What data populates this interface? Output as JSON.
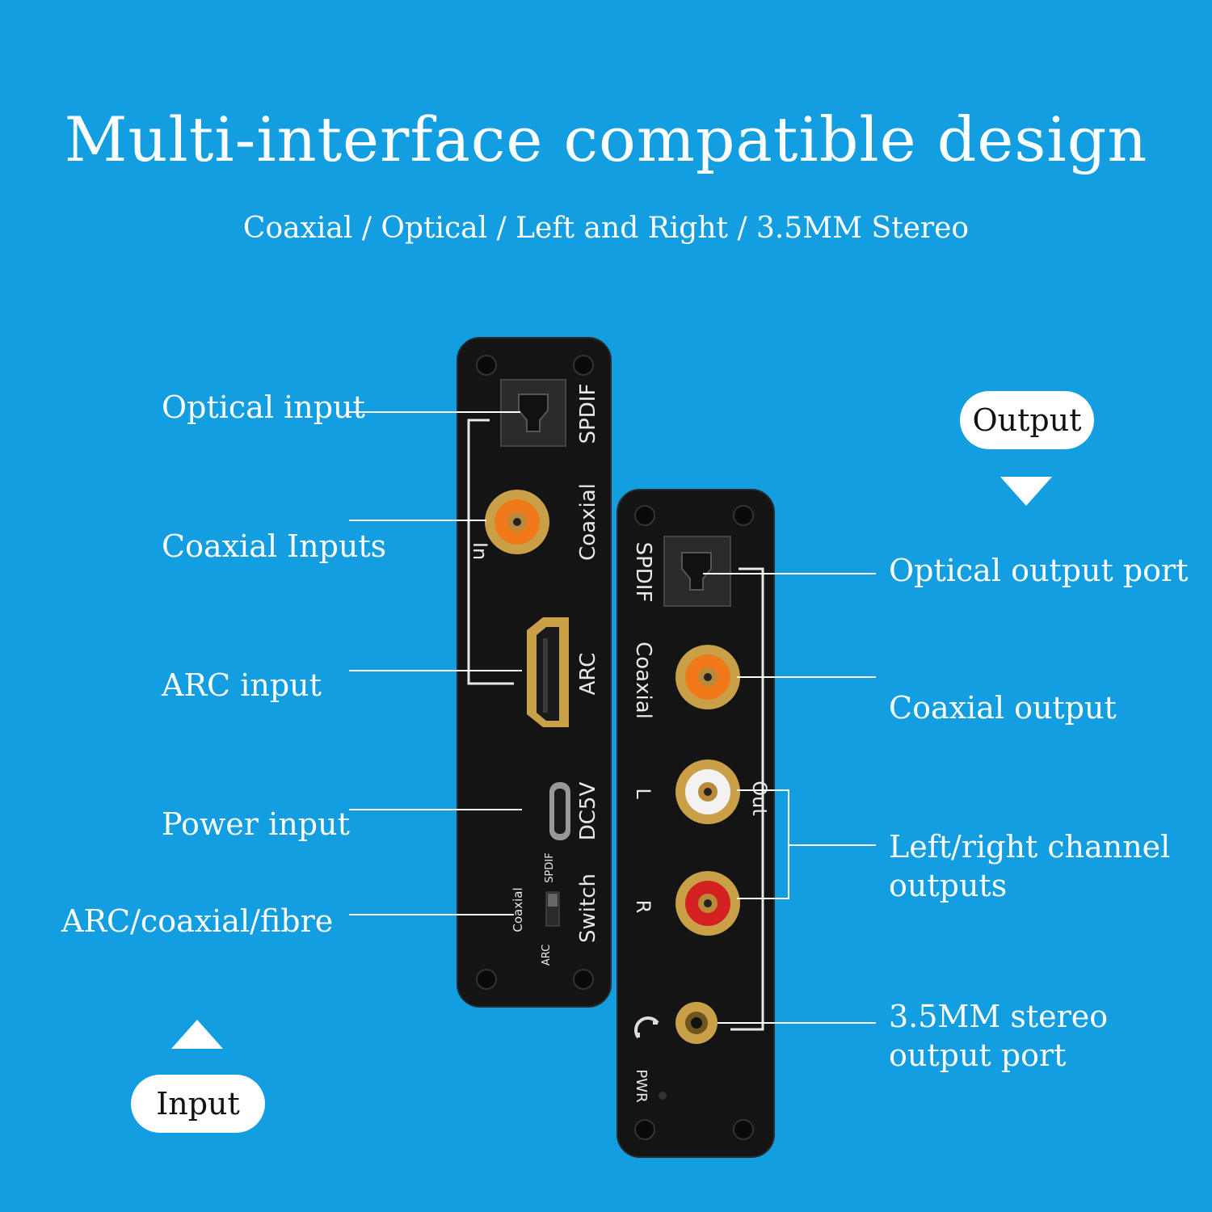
{
  "heading": {
    "title": "Multi-interface compatible design",
    "subtitle": "Coaxial / Optical / Left and Right / 3.5MM Stereo"
  },
  "input_side": {
    "tag": "Input",
    "callouts": {
      "optical": "Optical input",
      "coaxial": "Coaxial Inputs",
      "arc": "ARC input",
      "power": "Power input",
      "switch": "ARC/coaxial/fibre"
    },
    "device_labels": {
      "spdif": "SPDIF",
      "coaxial": "Coaxial",
      "in": "In",
      "arc": "ARC",
      "dc5v": "DC5V",
      "switch": "Switch",
      "sw_coaxial": "Coaxial",
      "sw_spdif": "SPDIF",
      "sw_arc": "ARC"
    }
  },
  "output_side": {
    "tag": "Output",
    "callouts": {
      "optical": "Optical output port",
      "coaxial": "Coaxial output",
      "lr_line1": "Left/right channel",
      "lr_line2": "outputs",
      "stereo_line1": "3.5MM stereo",
      "stereo_line2": "output port"
    },
    "device_labels": {
      "spdif": "SPDIF",
      "coaxial": "Coaxial",
      "l": "L",
      "r": "R",
      "out": "Out",
      "pwr": "PWR"
    }
  },
  "colors": {
    "background": "#139ee2",
    "device": "#141414",
    "gold": "#c9a047",
    "rca_orange": "#f07a1a",
    "rca_white": "#f2f2f2",
    "rca_red": "#d42020"
  }
}
